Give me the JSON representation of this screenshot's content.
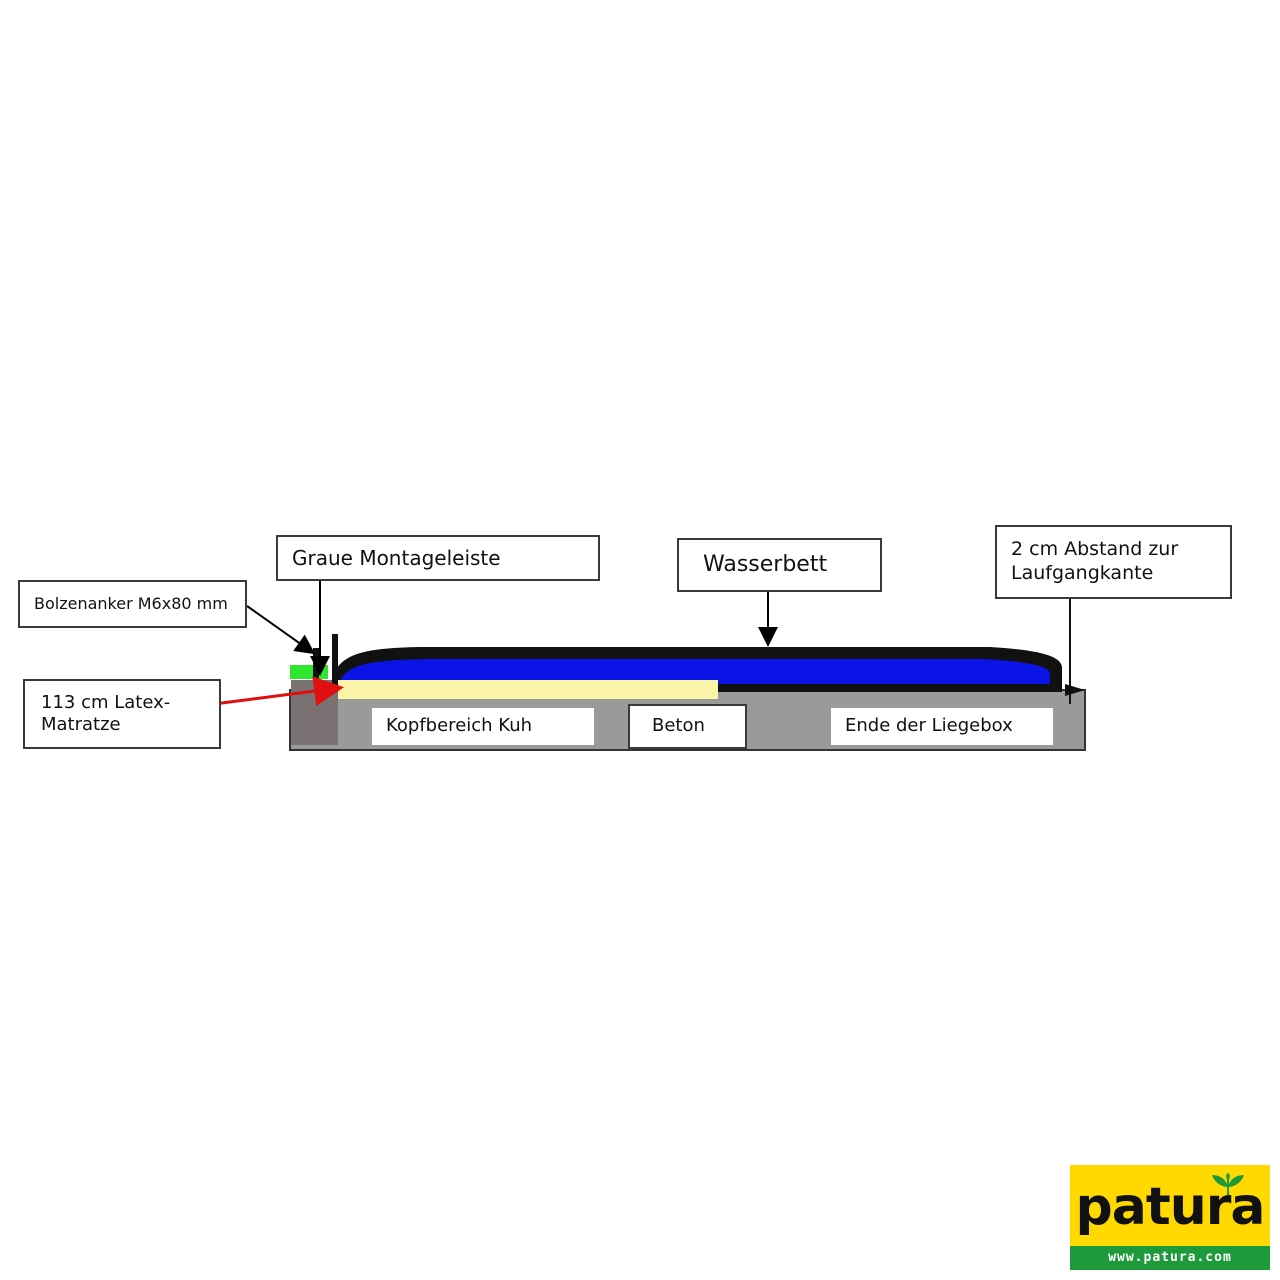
{
  "labels": {
    "bolzenanker": "Bolzenanker M6x80 mm",
    "montageleiste": "Graue Montageleiste",
    "wasserbett": "Wasserbett",
    "abstand": "2 cm Abstand zur\nLaufgangkante",
    "latex": "113 cm Latex-\nMatratze",
    "kopfbereich": "Kopfbereich Kuh",
    "beton": "Beton",
    "ende": "Ende der Liegebox"
  },
  "logo": {
    "name": "patura",
    "url": "www.patura.com",
    "icon": "leaf-sprout-icon"
  },
  "colors": {
    "concrete": "#9a9a9a",
    "concrete_dark": "#7a7272",
    "water": "#0a14e6",
    "mattress": "#fbf3a8",
    "mounting_strip": "#2ee62e",
    "arrow_red": "#e01010",
    "logo_yellow": "#ffd900",
    "logo_green": "#1e9a3b"
  }
}
